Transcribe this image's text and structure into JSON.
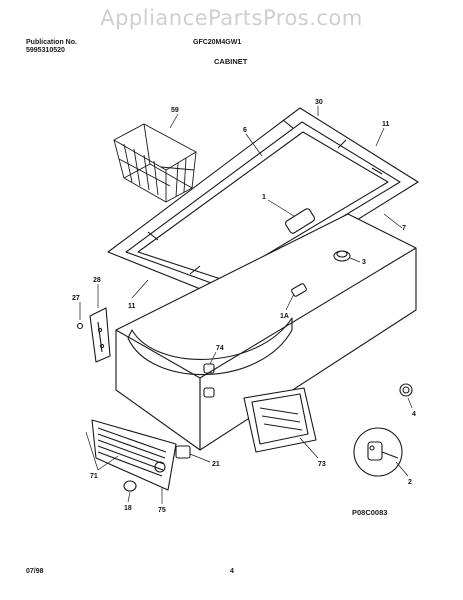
{
  "watermark": "AppliancePartsPros.com",
  "header": {
    "publication_label": "Publication No.",
    "publication_number": "5995310520",
    "model": "GFC20M4GW1",
    "section": "CABINET"
  },
  "footer": {
    "date": "07/98",
    "page": "4",
    "figure_code": "P08C0083"
  },
  "callouts": {
    "c30": "30",
    "c6": "6",
    "c11a": "11",
    "c59": "59",
    "c1": "1",
    "c7": "7",
    "c3": "3",
    "c28": "28",
    "c27": "27",
    "c11b": "11",
    "c1A": "1A",
    "c74": "74",
    "c4": "4",
    "c73": "73",
    "c2": "2",
    "c21": "21",
    "c71": "71",
    "c18": "18",
    "c75": "75"
  }
}
